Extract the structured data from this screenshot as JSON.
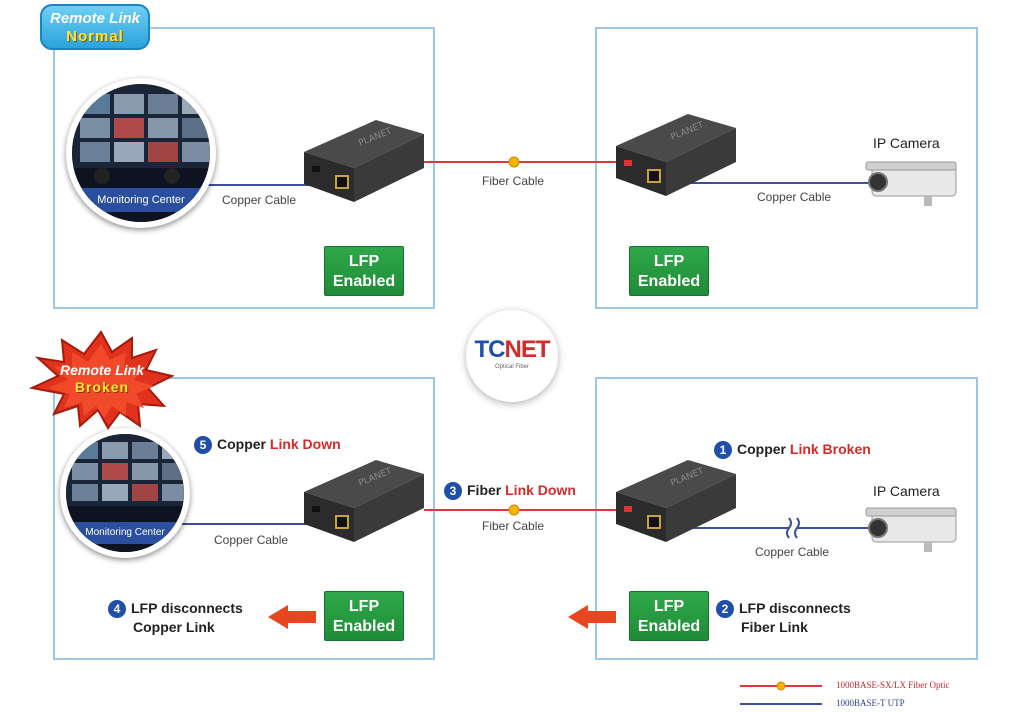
{
  "badges": {
    "normal": {
      "line1": "Remote Link",
      "line2": "Normal"
    },
    "broken": {
      "line1": "Remote Link",
      "line2": "Broken"
    }
  },
  "logo": {
    "brand_tc": "TC",
    "brand_net": "NET",
    "tagline": "Optical Fiber"
  },
  "top": {
    "monitoring_label": "Monitoring Center",
    "copper_left": "Copper Cable",
    "fiber": "Fiber Cable",
    "copper_right": "Copper Cable",
    "camera_title": "IP Camera",
    "lfp_left": {
      "line1": "LFP",
      "line2": "Enabled"
    },
    "lfp_right": {
      "line1": "LFP",
      "line2": "Enabled"
    }
  },
  "bottom": {
    "monitoring_label": "Monitoring Center",
    "copper_left": "Copper Cable",
    "fiber": "Fiber Cable",
    "copper_right": "Copper Cable",
    "camera_title": "IP Camera",
    "lfp_left": {
      "line1": "LFP",
      "line2": "Enabled"
    },
    "lfp_right": {
      "line1": "LFP",
      "line2": "Enabled"
    },
    "steps": [
      {
        "num": "1",
        "text": "Copper ",
        "highlight": "Link Broken"
      },
      {
        "num": "2",
        "line1": "LFP disconnects",
        "line2": "Fiber Link"
      },
      {
        "num": "3",
        "text": "Fiber ",
        "highlight": "Link Down"
      },
      {
        "num": "4",
        "line1": "LFP disconnects",
        "line2": "Copper Link"
      },
      {
        "num": "5",
        "text": "Copper ",
        "highlight": "Link Down"
      }
    ]
  },
  "legend": {
    "fiber": "1000BASE-SX/LX Fiber Optic",
    "utp": "1000BASE-T UTP"
  },
  "colors": {
    "fiber_line": "#e0373f",
    "copper_line": "#3a4fa0",
    "lfp_green": "#22913b",
    "badge_blue": "#2aa2dc",
    "burst_red": "#e0321c",
    "step_blue": "#1f4fa8"
  }
}
